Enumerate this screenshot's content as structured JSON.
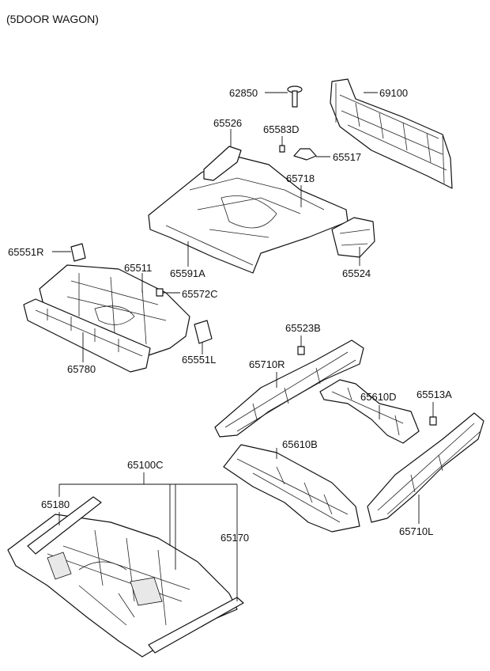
{
  "title": "(5DOOR WAGON)",
  "labels": {
    "p62850": "62850",
    "p69100": "69100",
    "p65526": "65526",
    "p65583D": "65583D",
    "p65517": "65517",
    "p65718": "65718",
    "p65551R": "65551R",
    "p65511": "65511",
    "p65591A": "65591A",
    "p65524": "65524",
    "p65572C": "65572C",
    "p65523B": "65523B",
    "p65551L": "65551L",
    "p65780": "65780",
    "p65710R": "65710R",
    "p65610D": "65610D",
    "p65513A": "65513A",
    "p65610B": "65610B",
    "p65100C": "65100C",
    "p65180": "65180",
    "p65170": "65170",
    "p65710L": "65710L"
  }
}
